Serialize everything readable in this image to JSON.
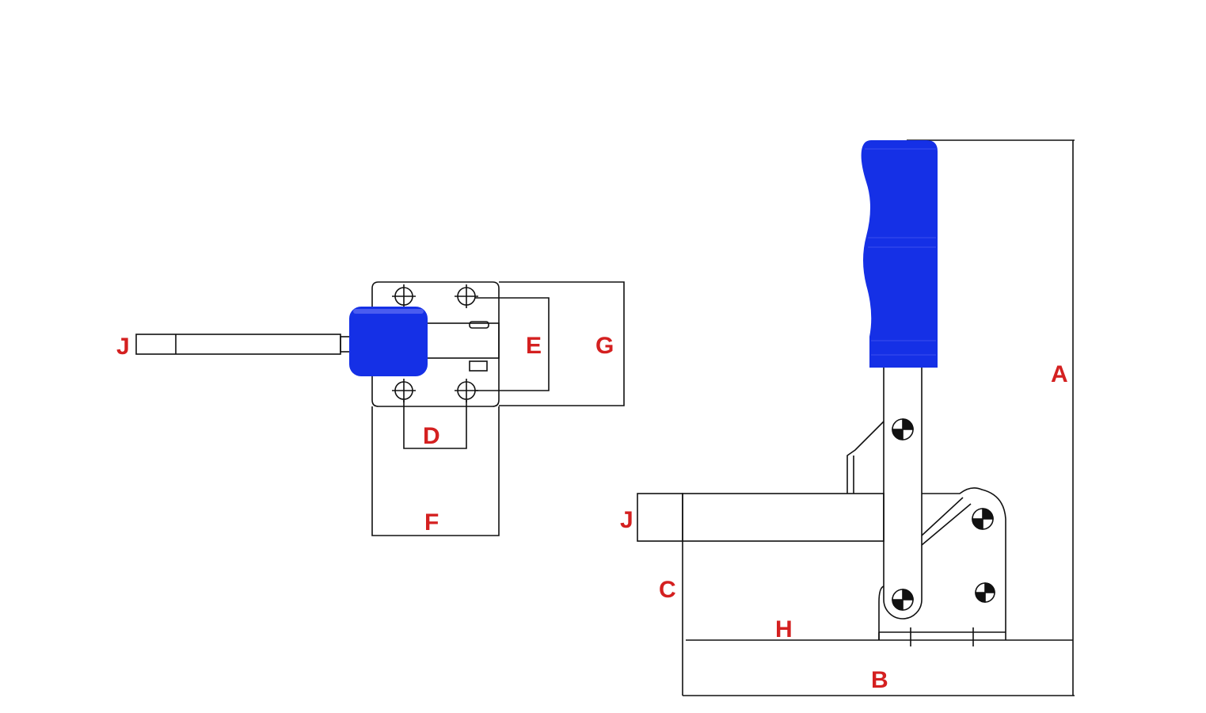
{
  "colors": {
    "line": "#111111",
    "label": "#d42020",
    "handle": "#1530e6",
    "handle_highlight": "#4a5cf0"
  },
  "labels": {
    "top_view": {
      "J": "J",
      "E": "E",
      "G": "G",
      "D": "D",
      "F": "F"
    },
    "side_view": {
      "A": "A",
      "J": "J",
      "C": "C",
      "H": "H",
      "B": "B"
    }
  }
}
